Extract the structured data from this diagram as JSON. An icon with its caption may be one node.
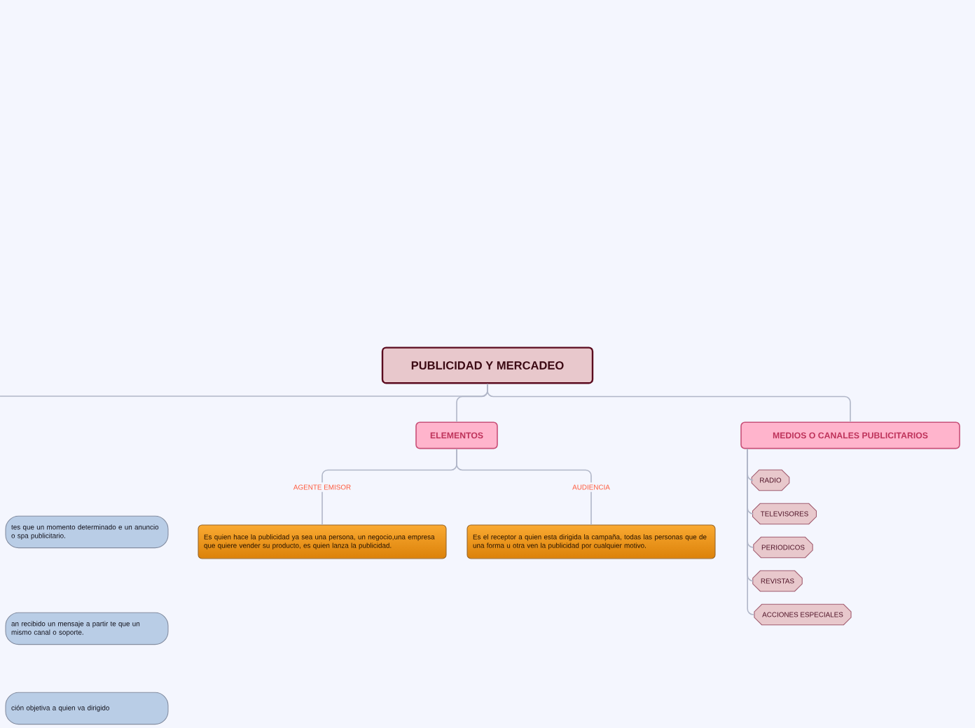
{
  "diagram": {
    "nodes": [
      {
        "text": [
          "PUBLICIDAD Y MERCADEO"
        ]
      },
      {
        "text": [
          "ELEMENTOS"
        ]
      },
      {
        "text": [
          "MEDIOS O CANALES PUBLICITARIOS"
        ]
      },
      {
        "text": [
          "AGENTE EMISOR"
        ]
      },
      {
        "text": [
          "Es quien hace la publicidad ya sea una persona, un negocio,una empresa que quiere vender su producto, es quien lanza la publicidad."
        ]
      },
      {
        "text": [
          "AUDIENCIA"
        ]
      },
      {
        "text": [
          "Es el receptor a quien esta dirigida la campaña, todas las personas que de una forma u otra ven la publicidad por cualquier motivo."
        ]
      },
      {
        "text": [
          "RADIO"
        ]
      },
      {
        "text": [
          "TELEVISORES"
        ]
      },
      {
        "text": [
          "PERIODICOS"
        ]
      },
      {
        "text": [
          "REVISTAS"
        ]
      },
      {
        "text": [
          "ACCIONES ESPECIALES"
        ]
      },
      {
        "text": [
          "tes que un momento determinado e un anuncio o spa publicitario."
        ]
      },
      {
        "text": [
          "an recibido un mensaje a partir te que un mismo canal o soporte."
        ]
      },
      {
        "text": [
          "ción objetiva a quien va dirigido"
        ]
      }
    ],
    "edges": [
      {
        "from": 0,
        "to": null,
        "arrow": "none"
      },
      {
        "from": 0,
        "to": 1,
        "arrow": "none"
      },
      {
        "from": 0,
        "to": 2,
        "arrow": "none"
      },
      {
        "from": 1,
        "to": 3,
        "arrow": "none"
      },
      {
        "from": 3,
        "to": 4,
        "arrow": "none"
      },
      {
        "from": 1,
        "to": 5,
        "arrow": "none"
      },
      {
        "from": 5,
        "to": 6,
        "arrow": "none"
      },
      {
        "from": 2,
        "to": 7,
        "arrow": "none"
      },
      {
        "from": 2,
        "to": 8,
        "arrow": "none"
      },
      {
        "from": 2,
        "to": 9,
        "arrow": "none"
      },
      {
        "from": 2,
        "to": 10,
        "arrow": "none"
      },
      {
        "from": 2,
        "to": 11,
        "arrow": "none"
      }
    ]
  }
}
